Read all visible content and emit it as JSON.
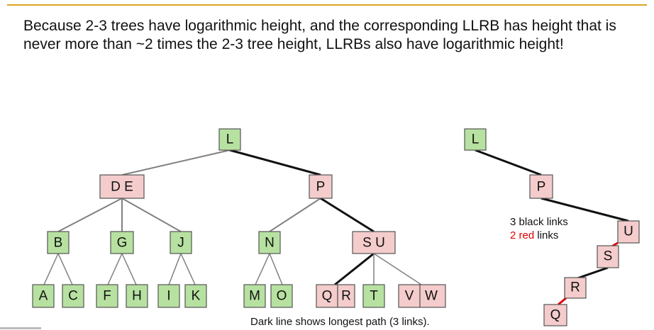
{
  "slide": {
    "heading": "Because 2-3 trees have logarithmic height, and the corresponding LLRB has height that is never more than ~2 times the 2-3 tree height, LLRBs also have logarithmic height!",
    "caption": "Dark line shows longest path (3 links).",
    "note_black_count": "3",
    "note_black_text": " black links",
    "note_red_count": "2 red",
    "note_red_text": " links"
  },
  "colors": {
    "green_fill": "#b7e1a1",
    "pink_fill": "#f4cccc",
    "dark_link": "#111111",
    "gray_link": "#808080",
    "red_link": "#e00000"
  },
  "tree23": {
    "root": "L",
    "level1": [
      "DE",
      "P"
    ],
    "level2": [
      "B",
      "G",
      "J",
      "N",
      "SU"
    ],
    "leaves": [
      [
        "A",
        "C"
      ],
      [
        "F",
        "H"
      ],
      [
        "I",
        "K"
      ],
      [
        "M",
        "O"
      ],
      [
        "Q",
        "R"
      ],
      [
        "T"
      ],
      [
        "V",
        "W"
      ]
    ]
  },
  "llrb": {
    "nodes": [
      "L",
      "P",
      "U",
      "S",
      "R",
      "Q"
    ]
  }
}
